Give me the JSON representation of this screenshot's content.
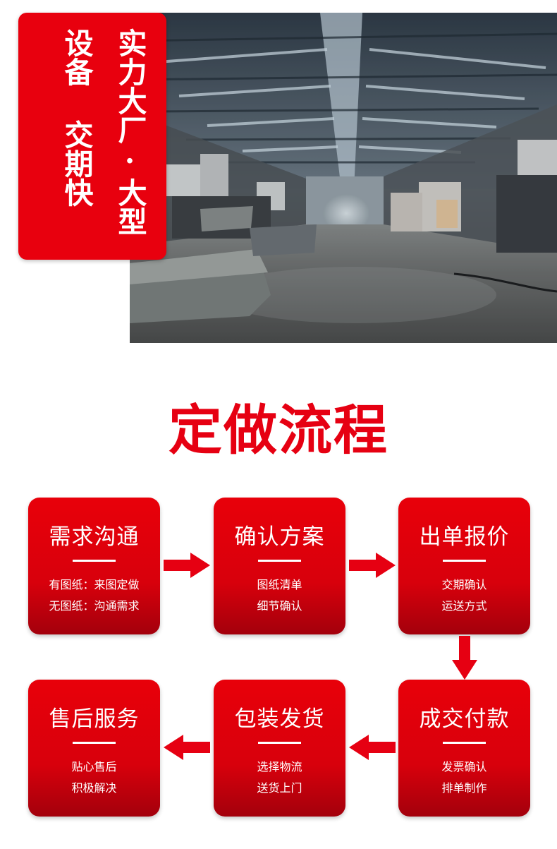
{
  "badge": {
    "col_right": "实力大厂·大型",
    "col_left": "设备 交期快"
  },
  "heading": "定做流程",
  "steps": [
    {
      "title": "需求沟通",
      "line1": "有图纸：来图定做",
      "line2": "无图纸：沟通需求"
    },
    {
      "title": "确认方案",
      "line1": "图纸清单",
      "line2": "细节确认"
    },
    {
      "title": "出单报价",
      "line1": "交期确认",
      "line2": "运送方式"
    },
    {
      "title": "成交付款",
      "line1": "发票确认",
      "line2": "排单制作"
    },
    {
      "title": "包装发货",
      "line1": "选择物流",
      "line2": "送货上门"
    },
    {
      "title": "售后服务",
      "line1": "贴心售后",
      "line2": "积极解决"
    }
  ],
  "colors": {
    "brand_red": "#e60012",
    "card_red": "#d8000c",
    "text_on_red": "#ffffff"
  },
  "icons": {
    "arrow_right": "arrow-right-icon",
    "arrow_down": "arrow-down-icon",
    "arrow_left": "arrow-left-icon"
  }
}
